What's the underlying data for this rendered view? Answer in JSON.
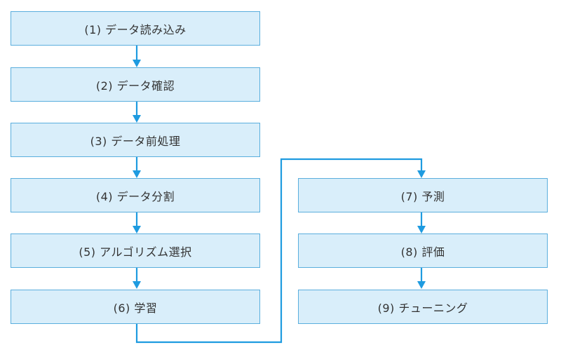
{
  "diagram": {
    "accent_color": "#1e9be0",
    "box_fill": "#d9eefa",
    "box_border": "#5aaedd",
    "steps": [
      {
        "label": "(1) データ読み込み"
      },
      {
        "label": "(2) データ確認"
      },
      {
        "label": "(3) データ前処理"
      },
      {
        "label": "(4) データ分割"
      },
      {
        "label": "(5) アルゴリズム選択"
      },
      {
        "label": "(6) 学習"
      },
      {
        "label": "(7) 予測"
      },
      {
        "label": "(8) 評価"
      },
      {
        "label": "(9) チューニング"
      }
    ]
  }
}
